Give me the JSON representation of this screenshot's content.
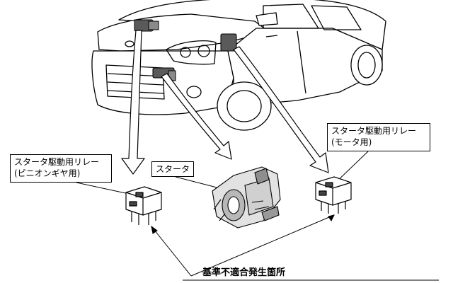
{
  "labels": {
    "relay_pinion_line1": "スタータ駆動用リレー",
    "relay_pinion_line2": "(ピニオンギヤ用)",
    "starter": "スタータ",
    "relay_motor_line1": "スタータ駆動用リレー",
    "relay_motor_line2": "(モータ用)",
    "defect_location": "基準不適合発生箇所"
  },
  "colors": {
    "line": "#000000",
    "component_fill": "#555555",
    "background": "#ffffff"
  }
}
